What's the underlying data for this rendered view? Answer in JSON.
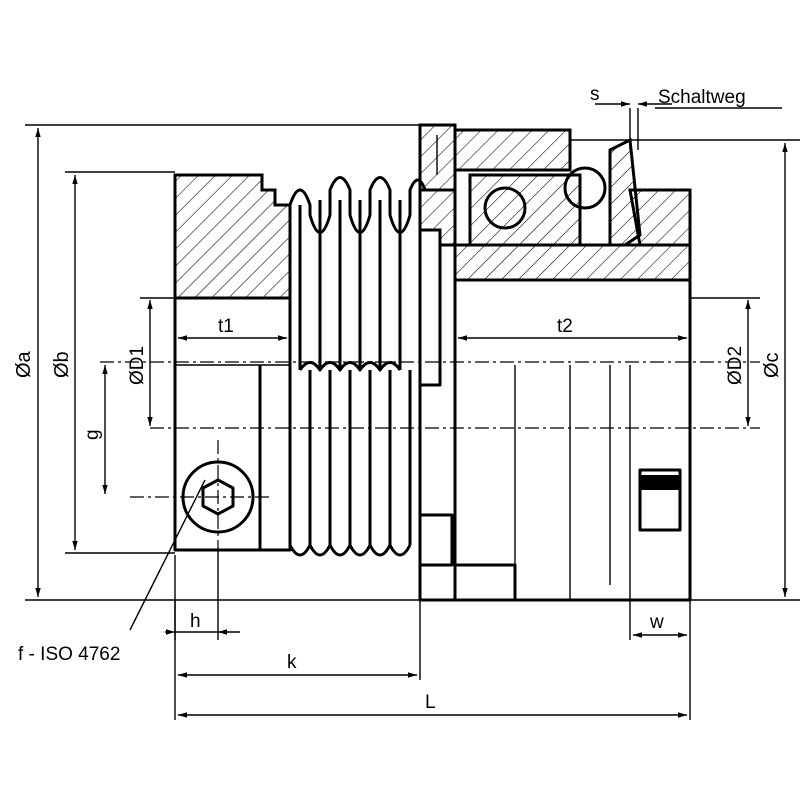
{
  "labels": {
    "s": "s",
    "schaltweg": "Schaltweg",
    "dia_a": "Øa",
    "dia_b": "Øb",
    "dia_c": "Øc",
    "dia_d1": "ØD1",
    "dia_d2": "ØD2",
    "g": "g",
    "t1": "t1",
    "t2": "t2",
    "h": "h",
    "k": "k",
    "L": "L",
    "w": "w",
    "screw_spec": "f - ISO 4762"
  }
}
